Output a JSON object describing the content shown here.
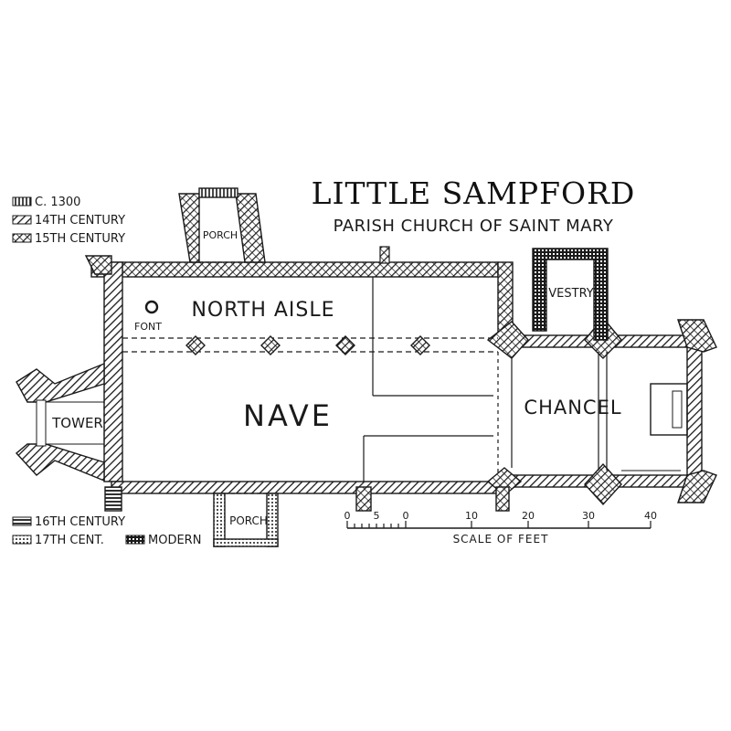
{
  "title": "LITTLE SAMPFORD",
  "subtitle": "PARISH CHURCH OF SAINT MARY",
  "legend_top": [
    {
      "label": "C. 1300",
      "pattern": "vert"
    },
    {
      "label": "14TH CENTURY",
      "pattern": "diag"
    },
    {
      "label": "15TH CENTURY",
      "pattern": "cross"
    }
  ],
  "legend_bottom": [
    {
      "label": "16TH CENTURY",
      "pattern": "horiz"
    },
    {
      "label": "17TH CENT.",
      "pattern": "dots"
    },
    {
      "label": "MODERN",
      "pattern": "grid"
    }
  ],
  "rooms": {
    "north_porch": "PORCH",
    "north_aisle": "NORTH AISLE",
    "font": "FONT",
    "nave": "NAVE",
    "tower": "TOWER",
    "south_porch": "PORCH",
    "vestry": "VESTRY",
    "chancel": "CHANCEL"
  },
  "scale": {
    "label": "SCALE OF FEET",
    "ticks": [
      "0",
      "5",
      "0",
      "10",
      "20",
      "30",
      "40"
    ]
  },
  "colors": {
    "ink": "#1a1a1a",
    "paper": "#ffffff"
  }
}
